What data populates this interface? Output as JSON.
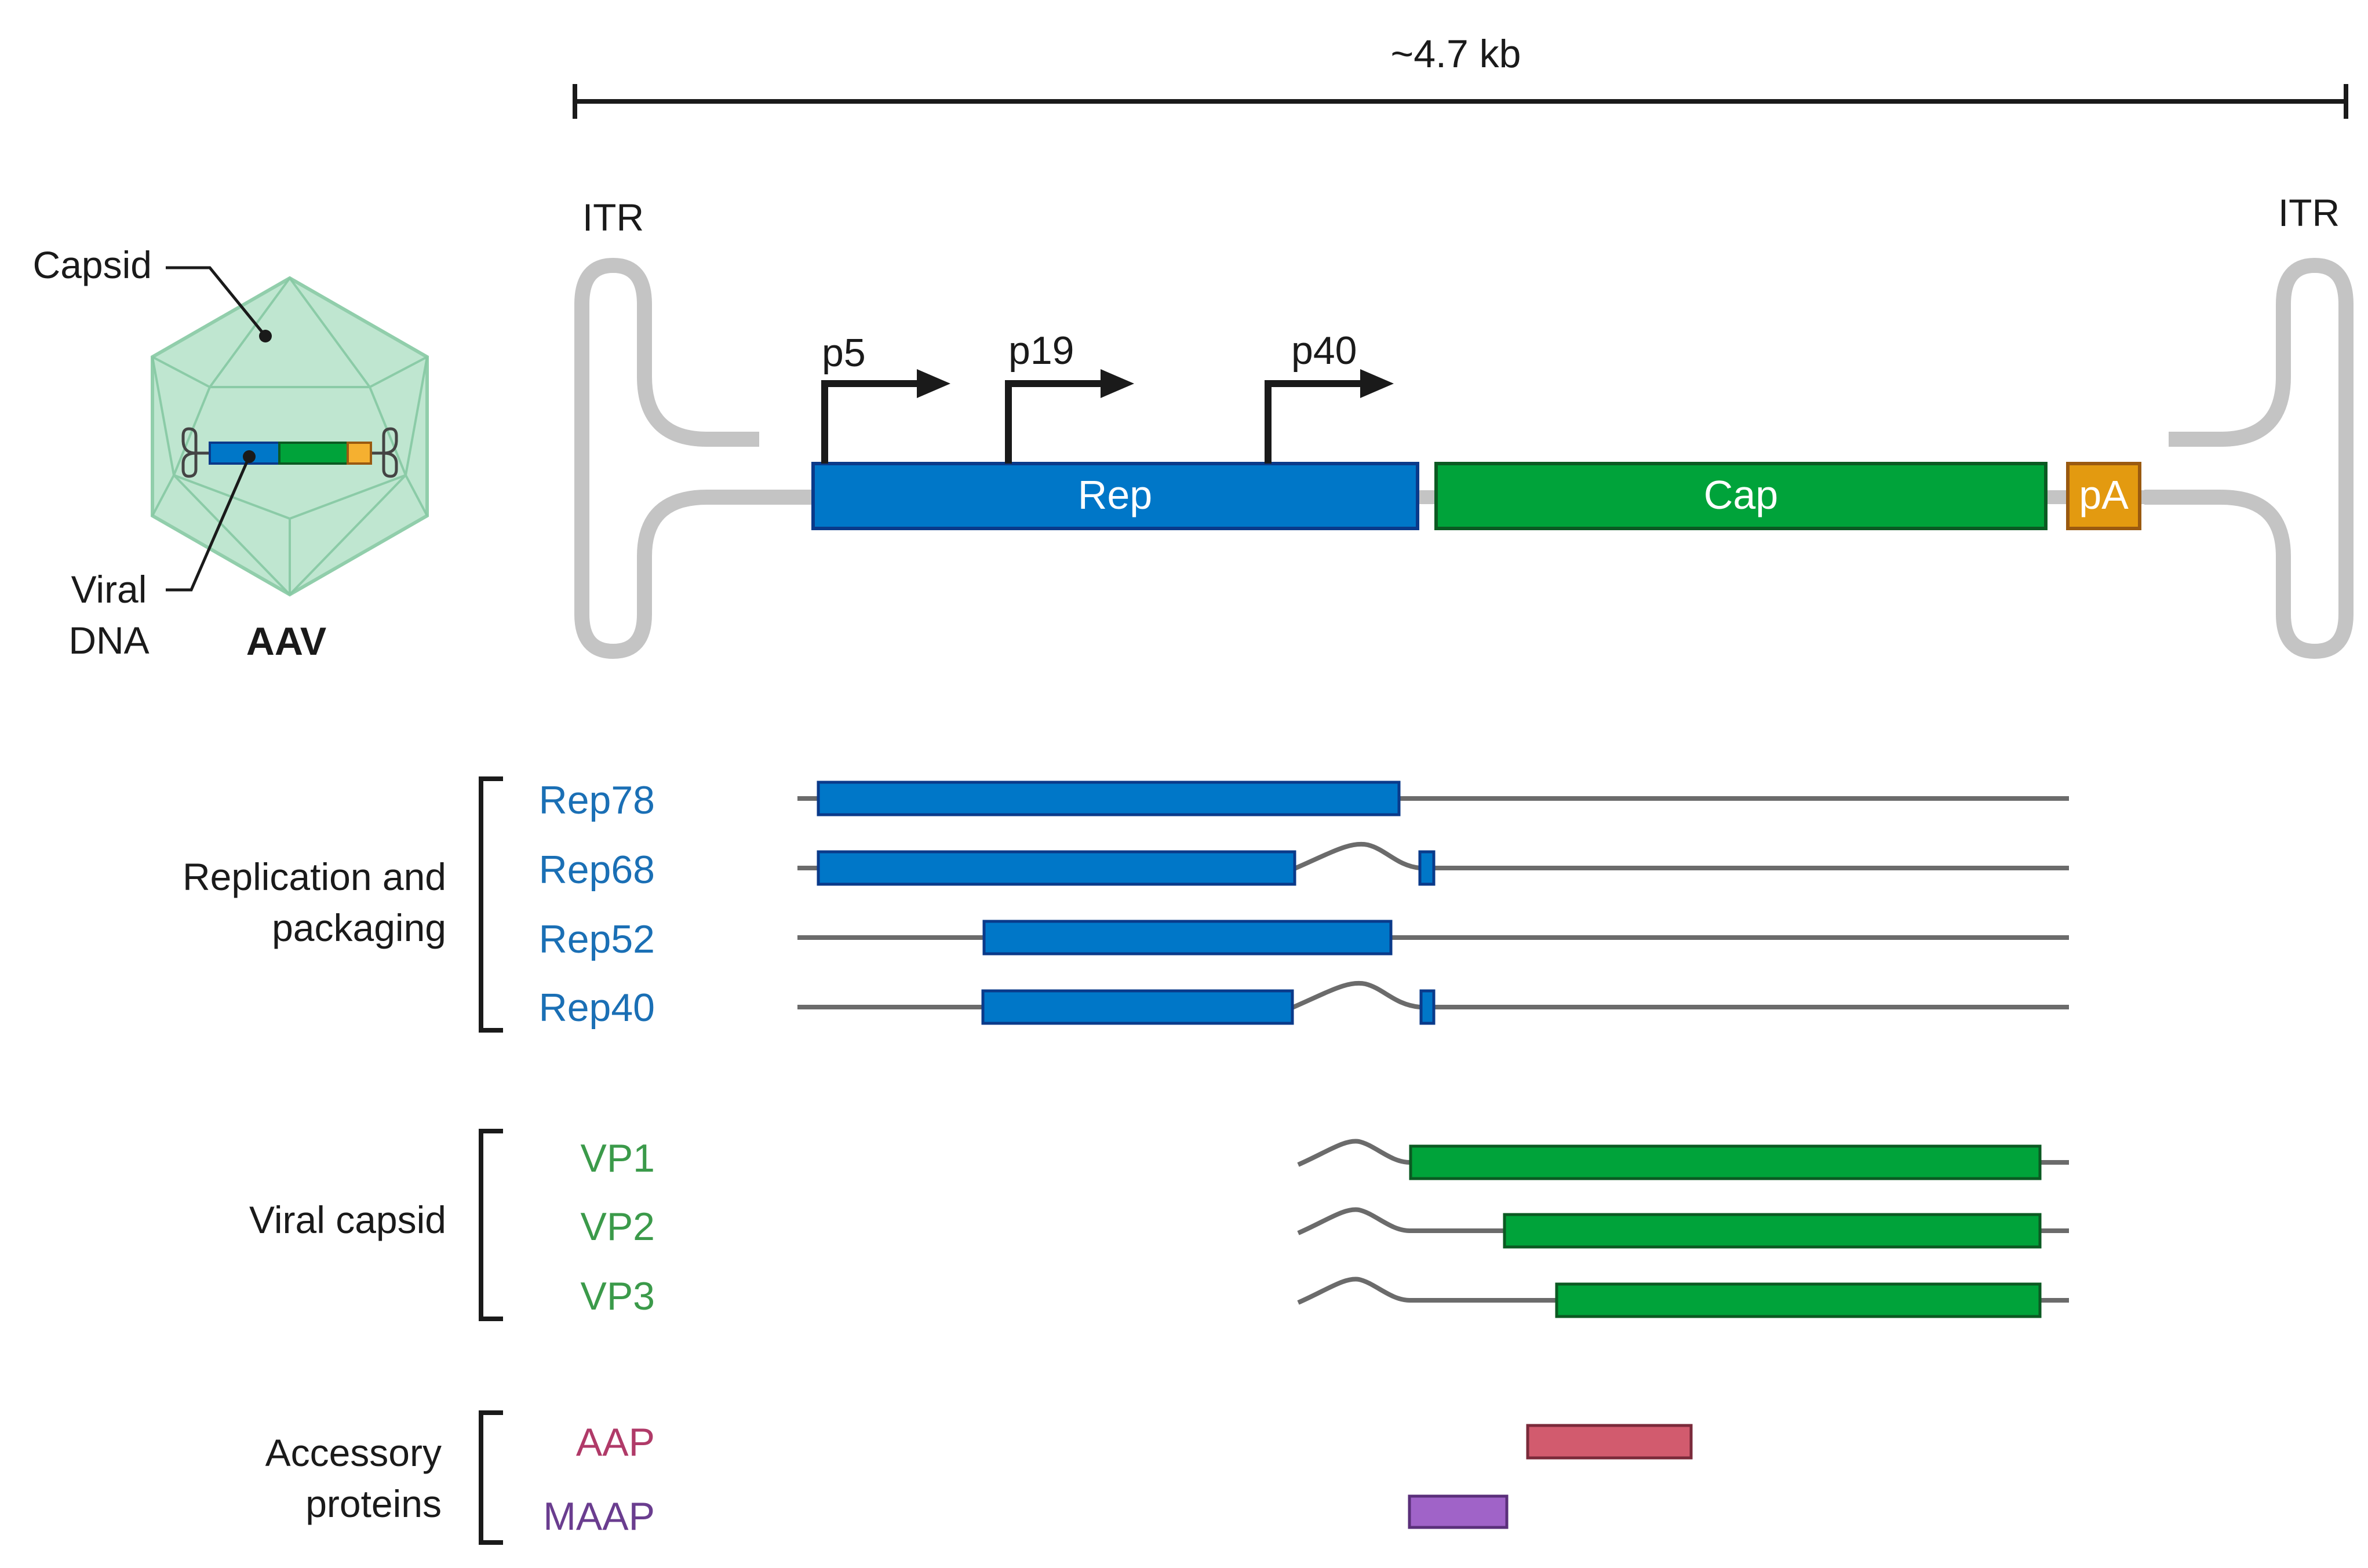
{
  "colors": {
    "rep_blue": "#0077c8",
    "rep_blue_dark": "#0a3a8a",
    "cap_green": "#00a33a",
    "cap_green_dark": "#0b5a22",
    "pa_orange": "#e39a10",
    "pa_orange_dark": "#9a5a10",
    "aap_pink": "#d25b6e",
    "maap_purple": "#a063c8",
    "itr_gray": "#c4c4c4",
    "transcript_line": "#6b6b6b",
    "label_blue": "#1a6fb5",
    "label_green": "#3b9a4a",
    "label_pink": "#b03a68",
    "label_purple": "#6a3d8f",
    "capsid_fill": "#b9e4cc",
    "capsid_edge": "#86c9a3"
  },
  "aav": {
    "capsid_label": "Capsid",
    "viral_dna_line1": "Viral",
    "viral_dna_line2": "DNA",
    "name": "AAV"
  },
  "genome": {
    "length_label": "~4.7 kb",
    "itr_left": "ITR",
    "itr_right": "ITR",
    "promoters": [
      "p5",
      "p19",
      "p40"
    ],
    "genes": {
      "rep": "Rep",
      "cap": "Cap",
      "pa": "pA"
    }
  },
  "groups": {
    "replication": {
      "line1": "Replication and",
      "line2": "packaging"
    },
    "capsid": {
      "line1": "Viral capsid"
    },
    "accessory": {
      "line1": "Accessory",
      "line2": "proteins"
    }
  },
  "transcripts": {
    "rep78": "Rep78",
    "rep68": "Rep68",
    "rep52": "Rep52",
    "rep40": "Rep40",
    "vp1": "VP1",
    "vp2": "VP2",
    "vp3": "VP3",
    "aap": "AAP",
    "maap": "MAAP"
  }
}
